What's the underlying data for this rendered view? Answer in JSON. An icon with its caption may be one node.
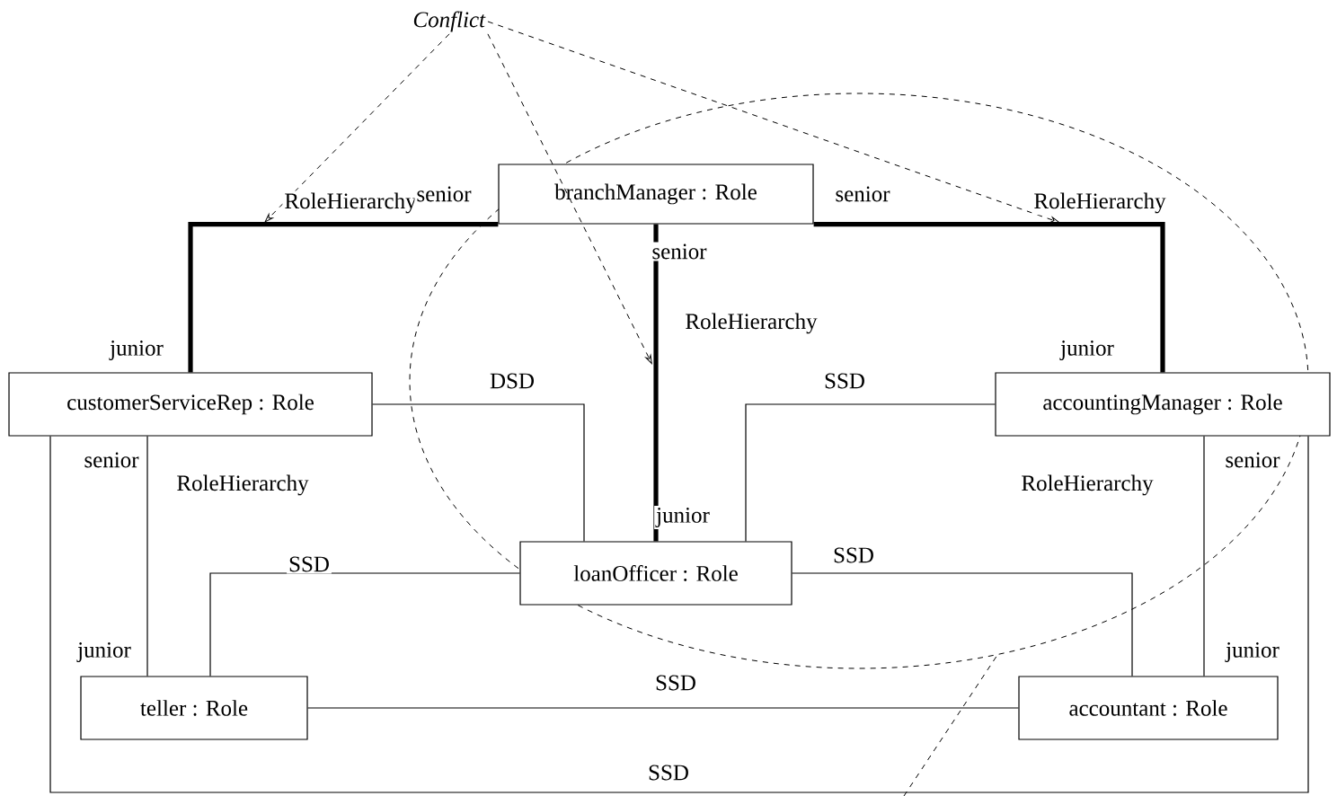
{
  "diagram": {
    "nodes": [
      {
        "text": [
          "*Conflict*"
        ]
      },
      {
        "text": [
          "branchManager : Role"
        ]
      },
      {
        "text": [
          "customerServiceRep : Role"
        ]
      },
      {
        "text": [
          "accountingManager : Role"
        ]
      },
      {
        "text": [
          "loanOfficer : Role"
        ]
      },
      {
        "text": [
          "teller : Role"
        ]
      },
      {
        "text": [
          "accountant : Role"
        ]
      }
    ],
    "edges": [
      {
        "from": 1,
        "to": 2,
        "arrow": "none",
        "label": "RoleHierarchy",
        "style": "thick"
      },
      {
        "from": 1,
        "to": 3,
        "arrow": "none",
        "label": "RoleHierarchy",
        "style": "thick"
      },
      {
        "from": 1,
        "to": 4,
        "arrow": "none",
        "label": "RoleHierarchy",
        "style": "thick"
      },
      {
        "from": 2,
        "to": 4,
        "arrow": "none",
        "label": "DSD"
      },
      {
        "from": 3,
        "to": 4,
        "arrow": "none",
        "label": "SSD"
      },
      {
        "from": 2,
        "to": 5,
        "arrow": "none",
        "label": "RoleHierarchy"
      },
      {
        "from": 3,
        "to": 6,
        "arrow": "none",
        "label": "RoleHierarchy"
      },
      {
        "from": 4,
        "to": 5,
        "arrow": "none",
        "label": "SSD"
      },
      {
        "from": 4,
        "to": 6,
        "arrow": "none",
        "label": "SSD"
      },
      {
        "from": 5,
        "to": 6,
        "arrow": "none",
        "label": "SSD"
      },
      {
        "from": 2,
        "to": 3,
        "arrow": "none",
        "label": "SSD"
      },
      {
        "from": 0,
        "to": null,
        "arrow": "to",
        "style": "dashed"
      },
      {
        "from": 0,
        "to": null,
        "arrow": "to",
        "style": "dashed"
      },
      {
        "from": 0,
        "to": null,
        "arrow": "to",
        "style": "dashed"
      }
    ],
    "labels": [
      "senior",
      "senior",
      "senior",
      "junior",
      "junior",
      "senior",
      "senior",
      "junior",
      "junior",
      "junior"
    ]
  }
}
